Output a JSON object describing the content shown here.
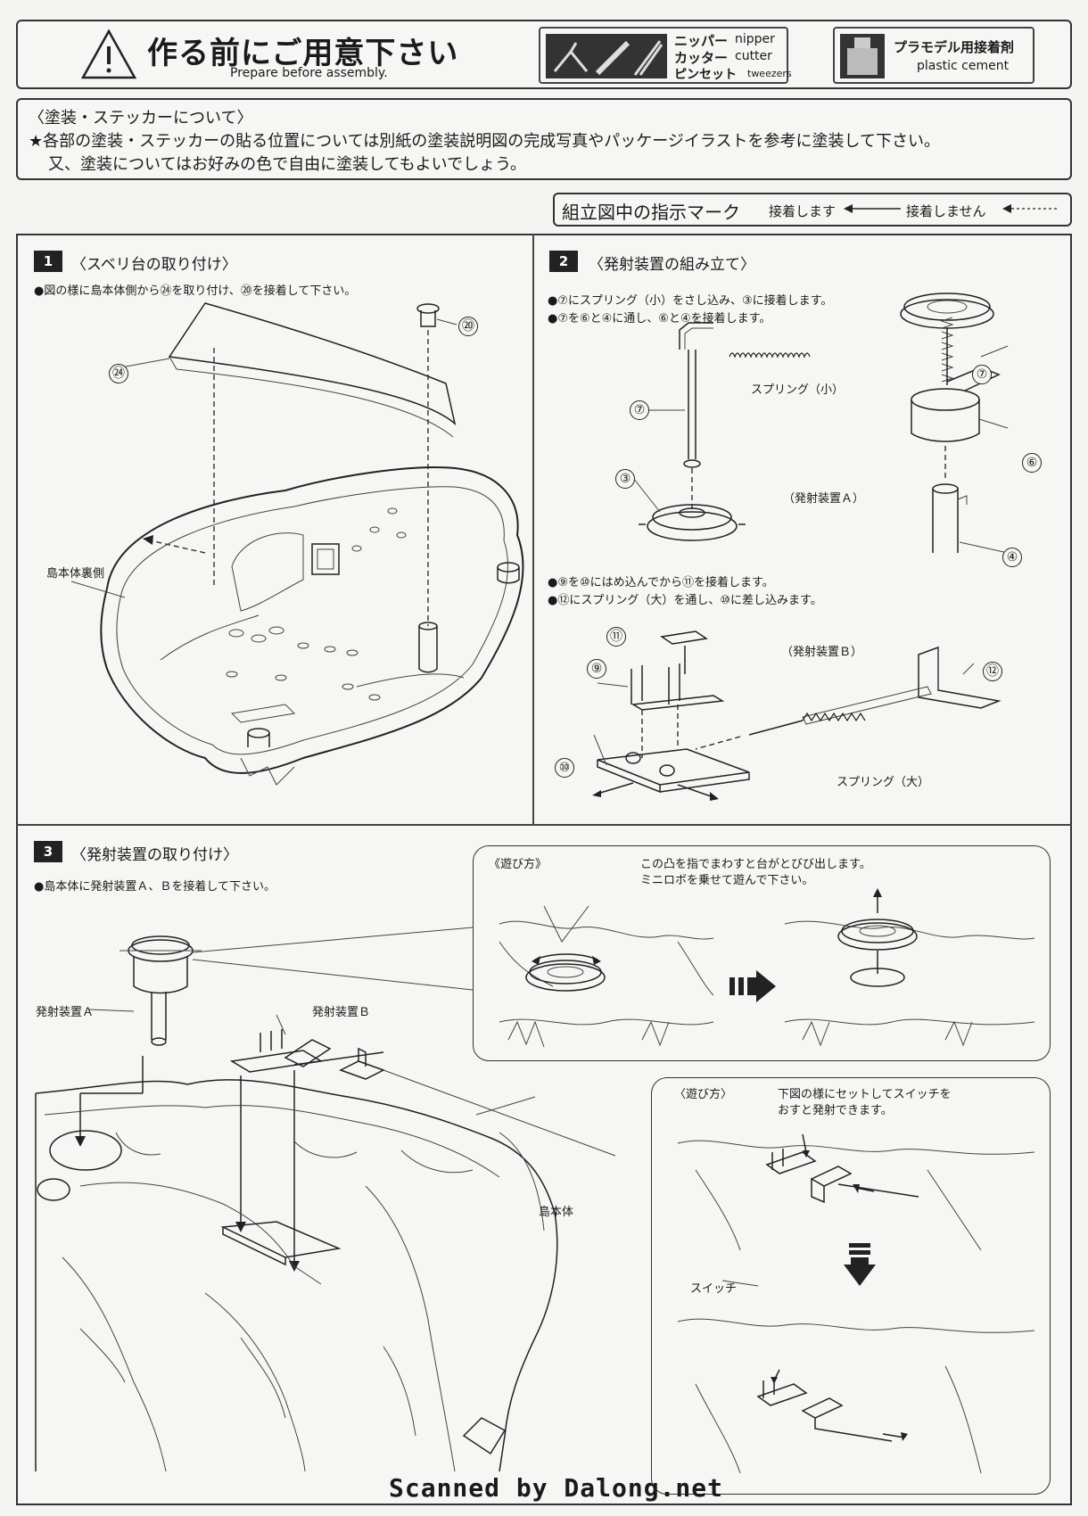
{
  "header": {
    "title_jp": "作る前にご用意下さい",
    "title_en": "Prepare before assembly.",
    "tools": [
      {
        "jp": "ニッパー",
        "en": "nipper"
      },
      {
        "jp": "カッター",
        "en": "cutter"
      },
      {
        "jp": "ピンセット",
        "en": "tweezers"
      }
    ],
    "cement_jp": "プラモデル用接着剤",
    "cement_en": "plastic cement"
  },
  "notice": {
    "title": "〈塗装・ステッカーについて〉",
    "line1": "★各部の塗装・ステッカーの貼る位置については別紙の塗装説明図の完成写真やパッケージイラストを参考に塗装して下さい。",
    "line2": "又、塗装についてはお好みの色で自由に塗装してもよいでしょう。"
  },
  "legend": {
    "title": "組立図中の指示マーク",
    "glue": "接着します",
    "no_glue": "接着しません"
  },
  "step1": {
    "number": "1",
    "title": "〈スベリ台の取り付け〉",
    "instruction": "●図の様に島本体側から㉔を取り付け、⑳を接着して下さい。",
    "part_20": "⑳",
    "part_24": "㉔",
    "label_island_back": "島本体裏側"
  },
  "step2": {
    "number": "2",
    "title": "〈発射装置の組み立て〉",
    "instr1": "●⑦にスプリング（小）をさし込み、③に接着します。",
    "instr2": "●⑦を⑥と④に通し、⑥と④を接着します。",
    "instr3": "●⑨を⑩にはめ込んでから⑪を接着します。",
    "instr4": "●⑫にスプリング（大）を通し、⑩に差し込みます。",
    "spring_small": "スプリング（小）",
    "spring_large": "スプリング（大）",
    "launcher_a": "（発射装置Ａ）",
    "launcher_b": "（発射装置Ｂ）",
    "parts": [
      "⑦",
      "③",
      "⑦",
      "⑥",
      "④",
      "⑪",
      "⑨",
      "⑩",
      "⑫"
    ]
  },
  "step3": {
    "number": "3",
    "title": "〈発射装置の取り付け〉",
    "instruction": "●島本体に発射装置Ａ、Ｂを接着して下さい。",
    "label_a": "発射装置Ａ",
    "label_b": "発射装置Ｂ",
    "label_island": "島本体",
    "play1_title": "《遊び方》",
    "play1_text1": "この凸を指でまわすと台がとびび出します。",
    "play1_text2": "ミニロボを乗せて遊んで下さい。",
    "play2_title": "〈遊び方〉",
    "play2_text1": "下図の様にセットしてスイッチを",
    "play2_text2": "おすと発射できます。",
    "switch_label": "スイッチ"
  },
  "footer": {
    "scan_credit": "Scanned by Dalong.net"
  }
}
